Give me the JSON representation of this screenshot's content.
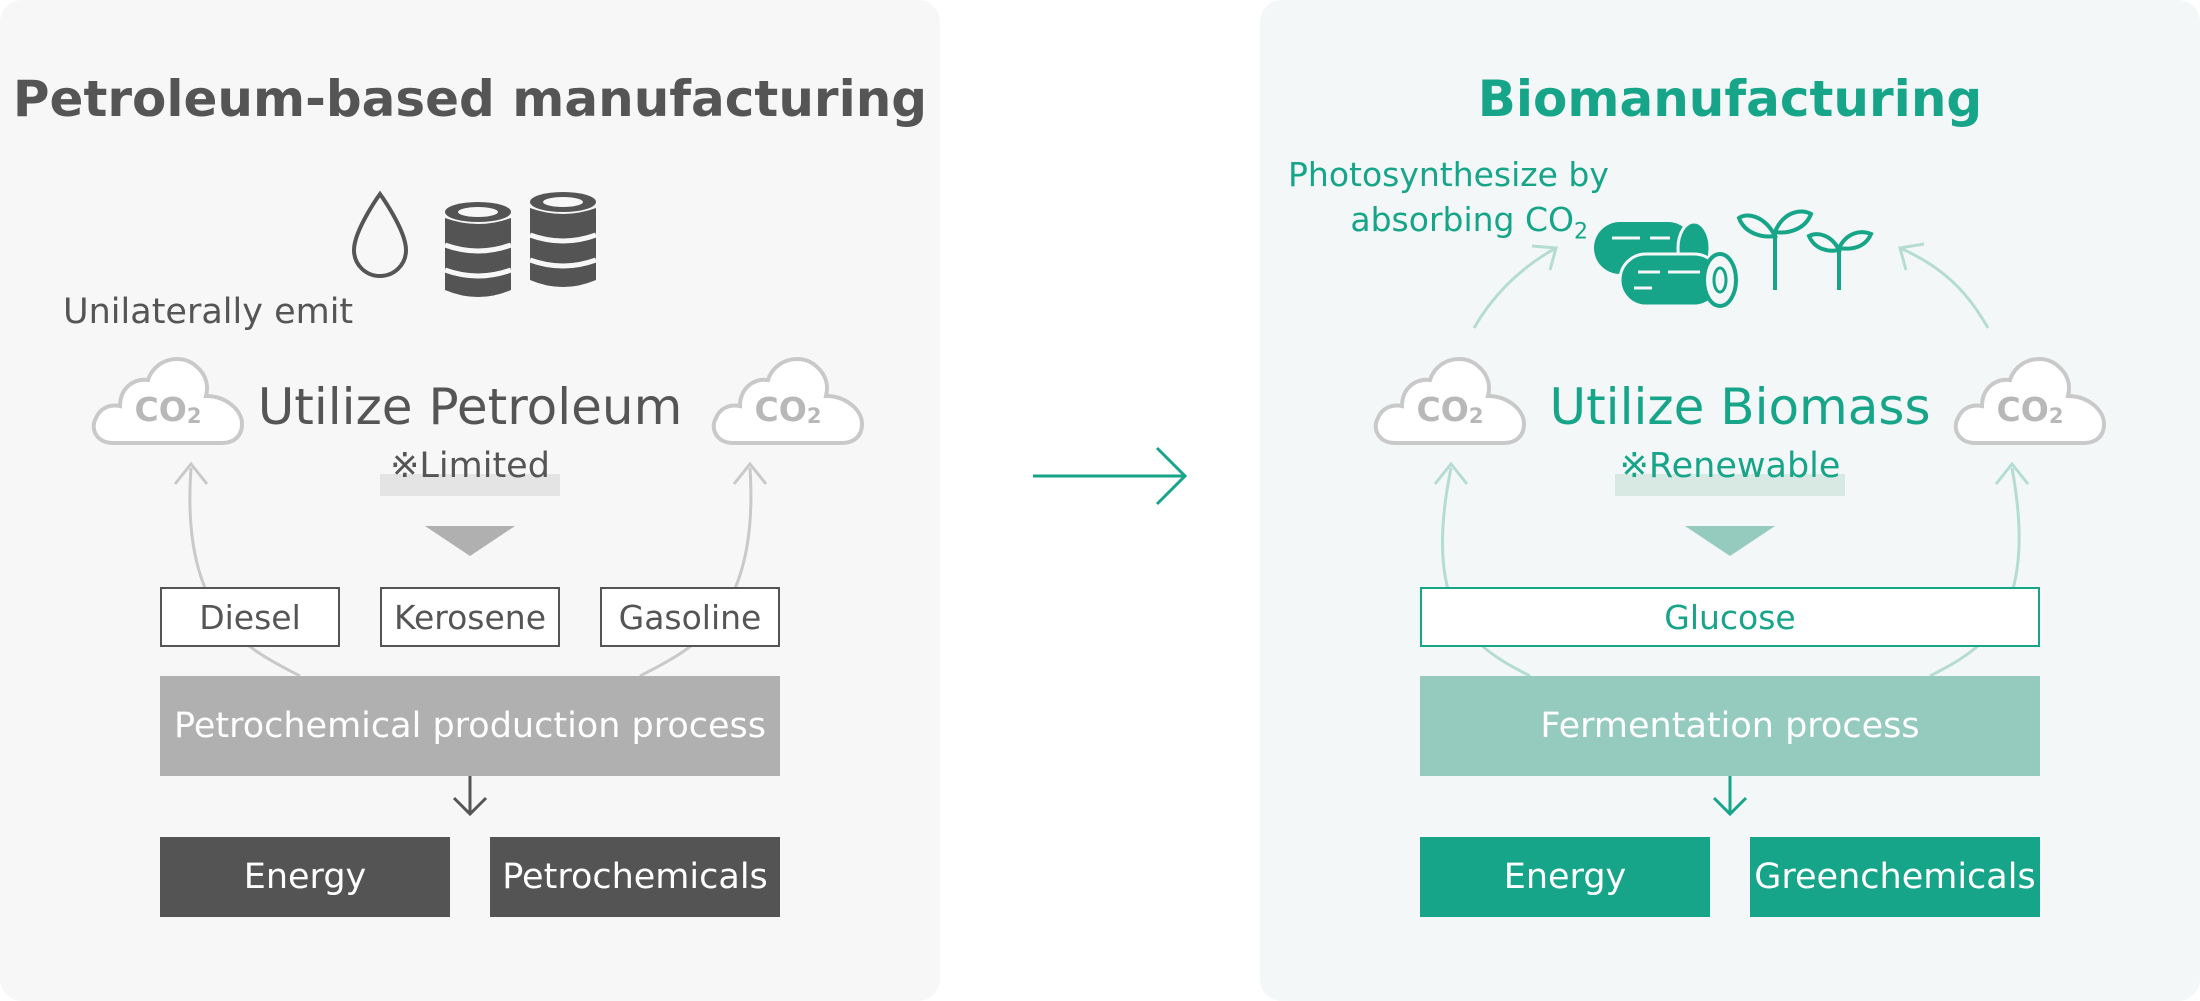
{
  "petroleum": {
    "title": "Petroleum-based manufacturing",
    "emit_label": "Unilaterally emit",
    "cloud_left": {
      "main": "CO",
      "sub": "2"
    },
    "cloud_right": {
      "main": "CO",
      "sub": "2"
    },
    "utilize": "Utilize Petroleum",
    "note": "※Limited",
    "products": [
      "Diesel",
      "Kerosene",
      "Gasoline"
    ],
    "process": "Petrochemical production process",
    "outputs": [
      "Energy",
      "Petrochemicals"
    ],
    "icons": [
      "oil-drop-icon",
      "oil-barrel-icon",
      "oil-barrel-icon"
    ]
  },
  "bio": {
    "title": "Biomanufacturing",
    "photo_line1": "Photosynthesize by",
    "photo_line2_main": "absorbing CO",
    "photo_line2_sub": "2",
    "cloud_left": {
      "main": "CO",
      "sub": "2"
    },
    "cloud_right": {
      "main": "CO",
      "sub": "2"
    },
    "utilize": "Utilize Biomass",
    "note": "※Renewable",
    "product": "Glucose",
    "process": "Fermentation process",
    "outputs": [
      "Energy",
      "Greenchemicals"
    ],
    "icons": [
      "logs-icon",
      "sprout-icon",
      "sprout-icon"
    ]
  },
  "colors": {
    "gray_text": "#555555",
    "dark_gray": "#545454",
    "mid_gray": "#b0b0b0",
    "light_gray": "#c9c9c9",
    "green": "#17a58a",
    "light_green": "#95cbbf",
    "pale_green": "#b5dcd2"
  }
}
